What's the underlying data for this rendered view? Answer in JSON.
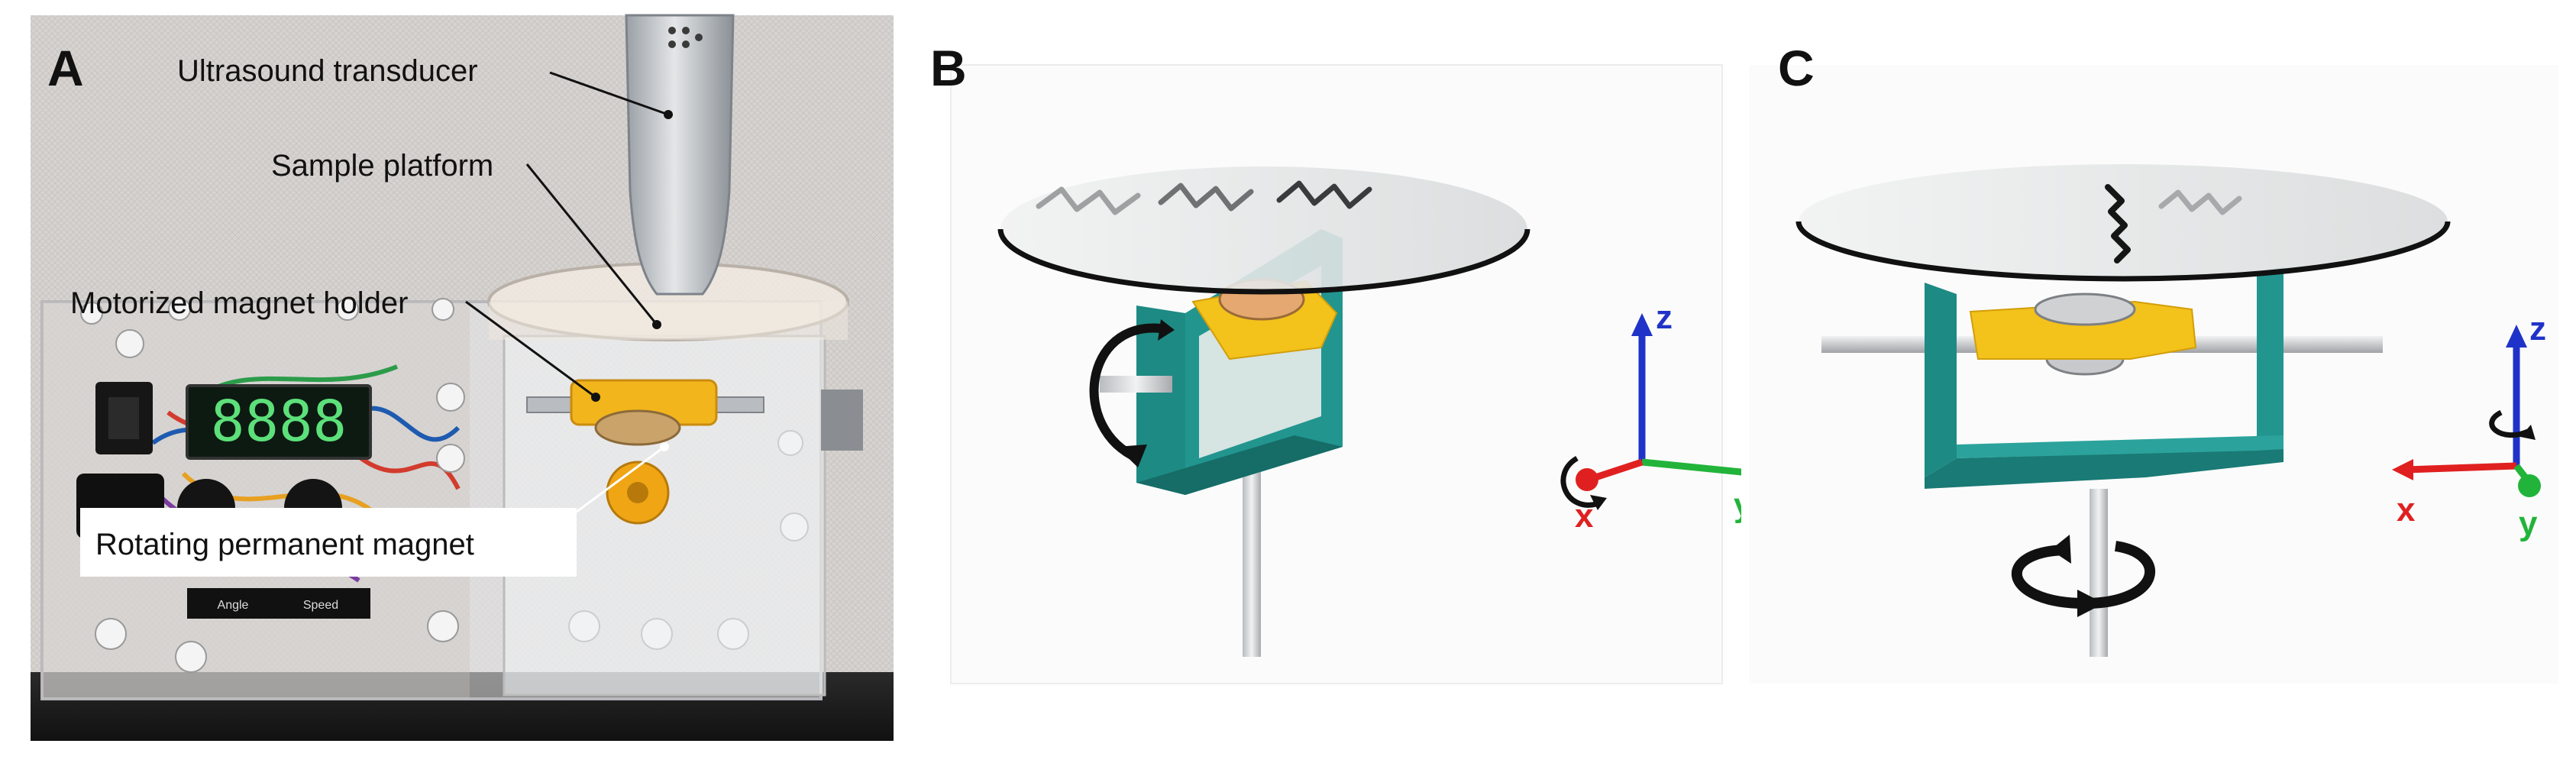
{
  "figure": {
    "panels": [
      {
        "letter": "A",
        "labels": {
          "transducer": "Ultrasound transducer",
          "platform": "Sample platform",
          "holder": "Motorized magnet holder",
          "magnet": "Rotating permanent magnet"
        },
        "display": "8888",
        "knob_labels": [
          "Angle",
          "Speed"
        ]
      },
      {
        "letter": "B",
        "axes": {
          "z": "z",
          "x": "x",
          "y": "y"
        }
      },
      {
        "letter": "C",
        "axes": {
          "z": "z",
          "x": "x",
          "y": "y"
        }
      }
    ]
  },
  "colors": {
    "axis_x": "#e02020",
    "axis_y": "#22b43a",
    "axis_z": "#2033c8",
    "frame_teal": "#1f8c86",
    "magnet_yellow": "#f2c21a"
  }
}
